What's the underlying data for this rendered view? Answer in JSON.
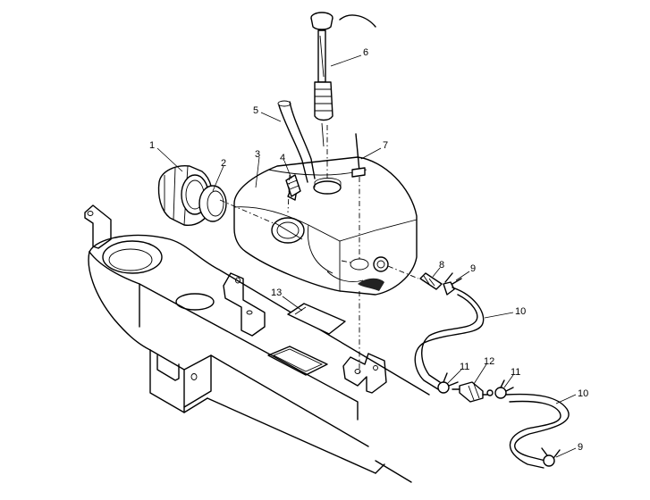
{
  "callouts": [
    {
      "id": "1",
      "text": "1"
    },
    {
      "id": "2",
      "text": "2"
    },
    {
      "id": "3",
      "text": "3"
    },
    {
      "id": "4",
      "text": "4"
    },
    {
      "id": "5",
      "text": "5"
    },
    {
      "id": "6",
      "text": "6"
    },
    {
      "id": "7",
      "text": "7"
    },
    {
      "id": "8",
      "text": "8"
    },
    {
      "id": "9a",
      "text": "9"
    },
    {
      "id": "10a",
      "text": "10"
    },
    {
      "id": "11a",
      "text": "11"
    },
    {
      "id": "12",
      "text": "12"
    },
    {
      "id": "11b",
      "text": "11"
    },
    {
      "id": "10b",
      "text": "10"
    },
    {
      "id": "9b",
      "text": "9"
    },
    {
      "id": "13",
      "text": "13"
    }
  ]
}
